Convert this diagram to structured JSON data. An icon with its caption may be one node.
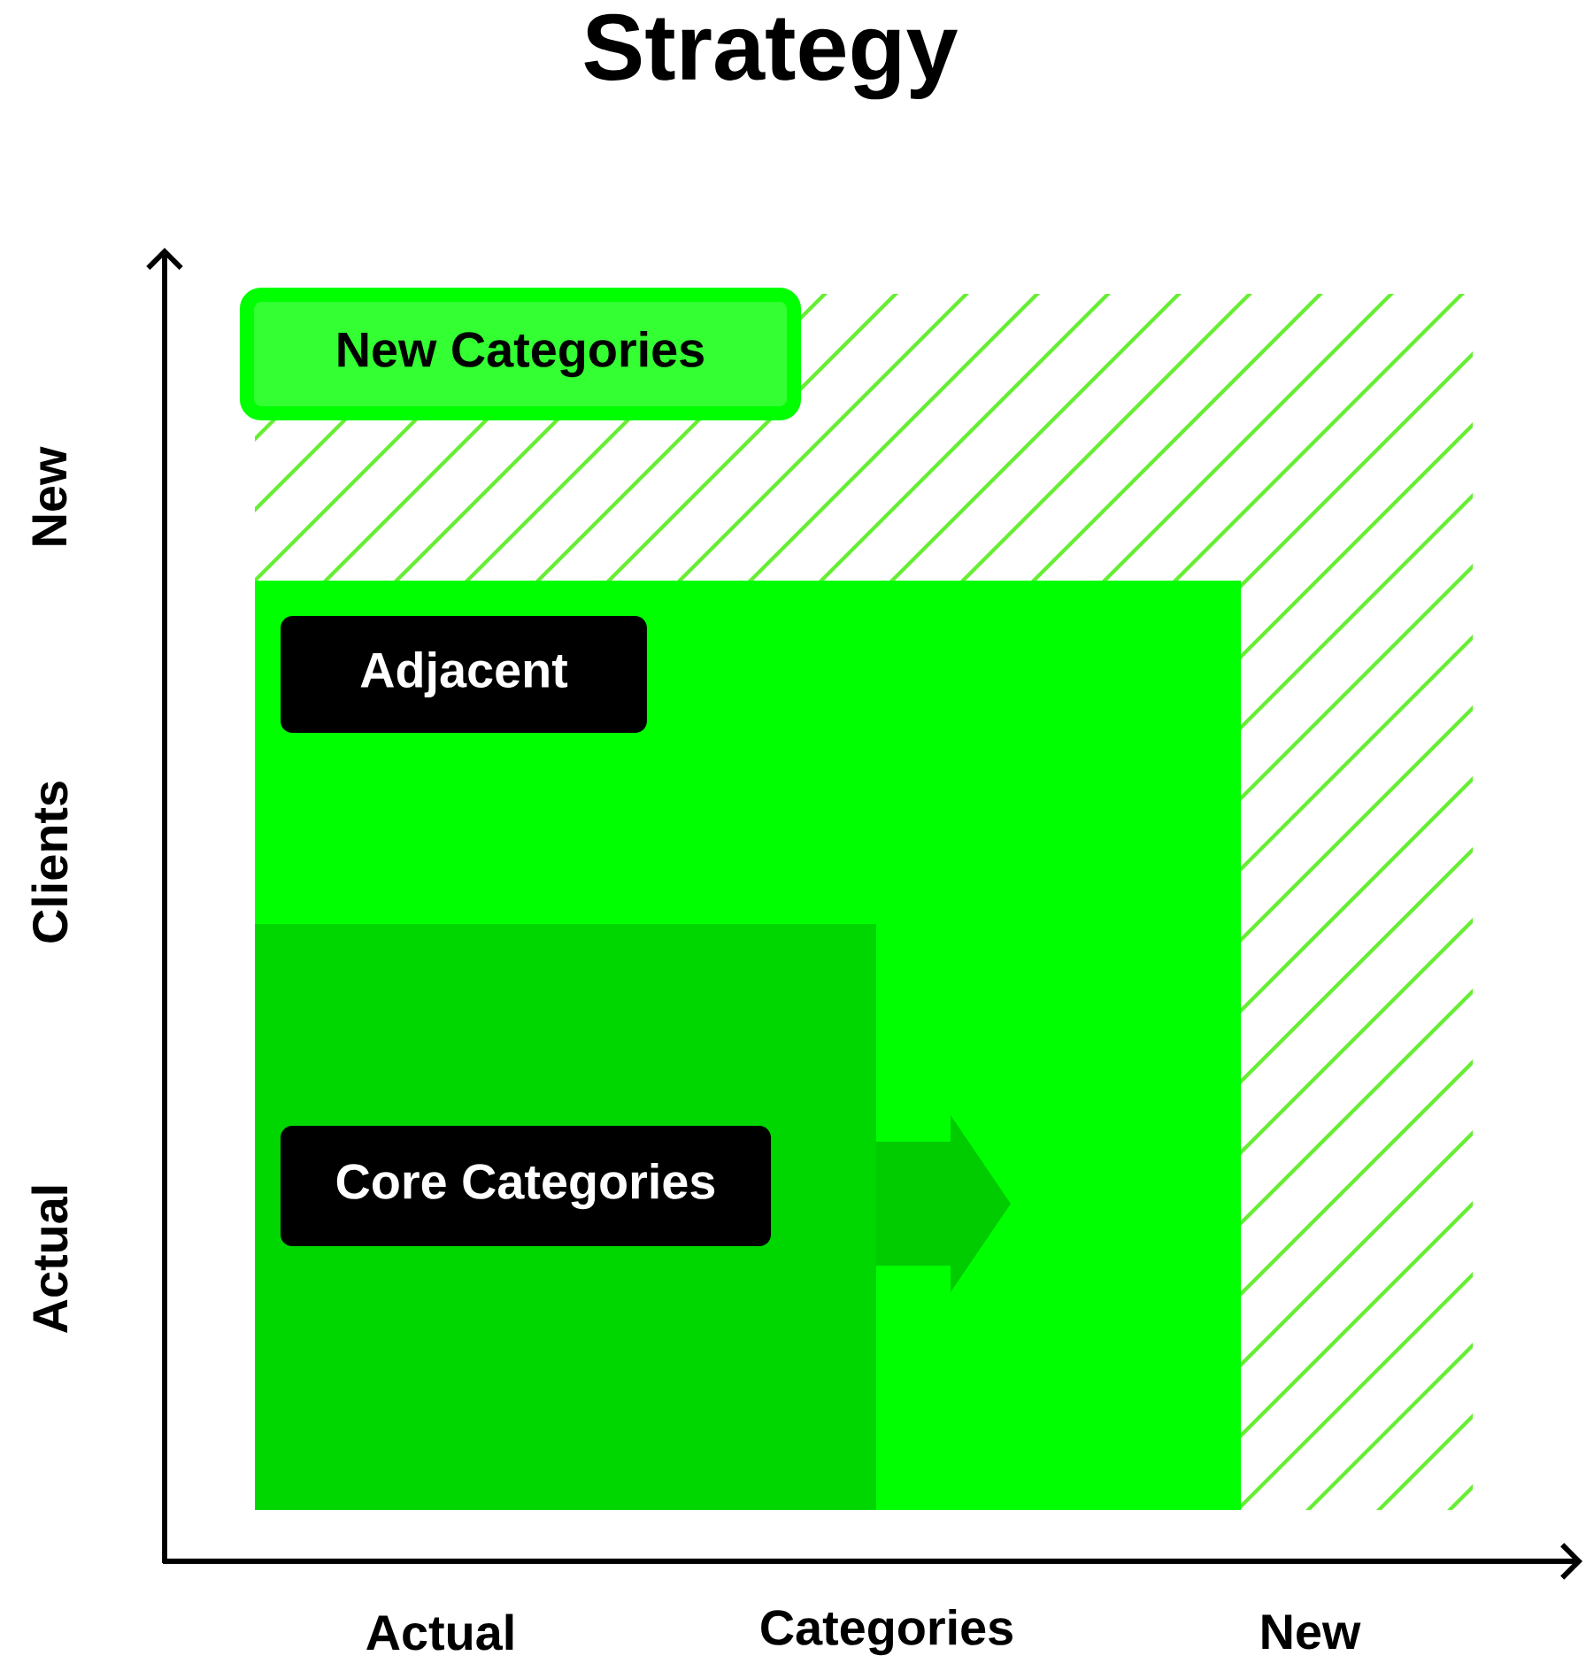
{
  "diagram": {
    "title": "Strategy",
    "nodes": [
      {
        "text": [],
        "shape": "box"
      },
      {
        "text": [
          "New Categories"
        ],
        "in": 0
      },
      {
        "text": [],
        "shape": "box",
        "in": 0
      },
      {
        "text": [
          "Adjacent"
        ],
        "in": 2
      },
      {
        "text": [],
        "shape": "box",
        "in": 2
      },
      {
        "text": [
          "Core Categories"
        ],
        "in": 4
      }
    ],
    "labels": [
      "New",
      "Clients",
      "Actual",
      "Actual",
      "Categories",
      "New"
    ]
  }
}
